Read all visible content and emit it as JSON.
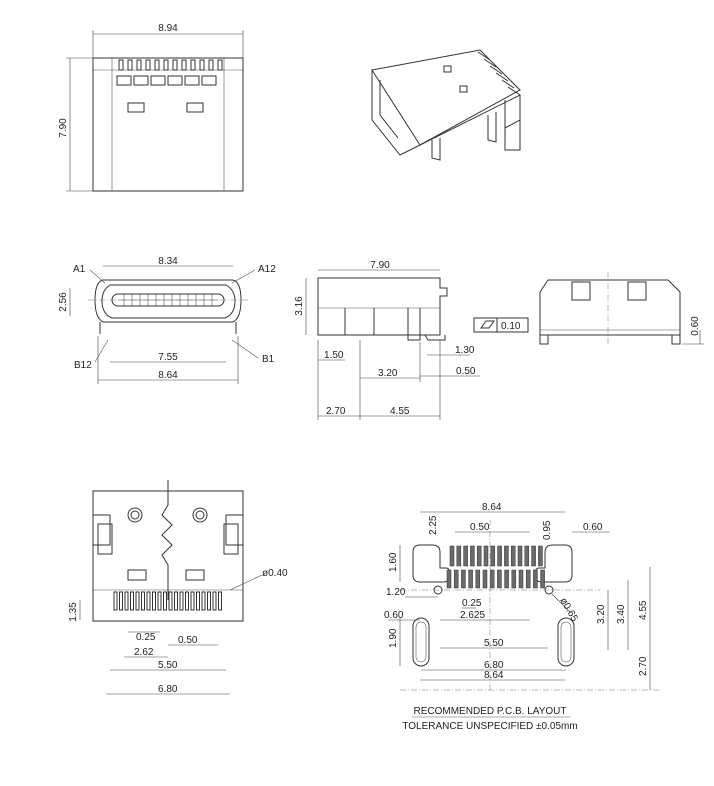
{
  "dims": {
    "top_width": "8.94",
    "top_height": "7.90",
    "front_width_top": "8.34",
    "front_height": "2.56",
    "front_inner": "7.55",
    "front_width_bottom": "8.64",
    "side_length": "7.90",
    "side_height": "3.16",
    "side_a": "1.50",
    "side_b": "1.30",
    "side_c": "3.20",
    "side_d": "0.50",
    "side_e": "2.70",
    "side_f": "4.55",
    "flatness_value": "0.10",
    "rear_height": "0.60",
    "bot_hole": "ø0.40",
    "bot_h": "1.35",
    "bot_p1": "0.25",
    "bot_p2": "0.50",
    "bot_p3": "2.62",
    "bot_p4": "5.50",
    "bot_p5": "6.80",
    "pcb_8_64_top": "8.64",
    "pcb_2_25": "2.25",
    "pcb_0_50": "0.50",
    "pcb_0_95": "0.95",
    "pcb_0_60_r": "0.60",
    "pcb_1_60": "1.60",
    "pcb_1_20": "1.20",
    "pcb_0_25": "0.25",
    "pcb_2_625": "2.625",
    "pcb_0_60_l": "0.60",
    "pcb_hole": "ø0.65",
    "pcb_3_20": "3.20",
    "pcb_3_40": "3.40",
    "pcb_4_55": "4.55",
    "pcb_1_90": "1.90",
    "pcb_5_50": "5.50",
    "pcb_6_80": "6.80",
    "pcb_8_64_bot": "8.64",
    "pcb_2_70": "2.70"
  },
  "labels": {
    "a1": "A1",
    "a12": "A12",
    "b12": "B12",
    "b1": "B1",
    "layout_title": "RECOMMENDED  P.C.B. LAYOUT",
    "tolerance": "TOLERANCE UNSPECIFIED ±0.05mm"
  }
}
